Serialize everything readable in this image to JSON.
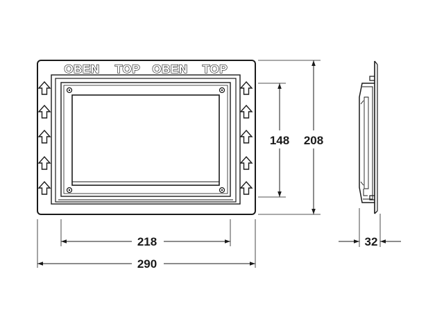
{
  "frame_text": {
    "words": [
      "OBEN",
      "TOP",
      "OBEN",
      "TOP"
    ]
  },
  "dimensions": {
    "opening_width": "218",
    "outer_width": "290",
    "opening_height": "148",
    "outer_height": "208",
    "depth": "32"
  },
  "colors": {
    "line": "#1a1a1a",
    "background": "#ffffff"
  },
  "icons": {
    "side_arrows": "up-arrow-outline"
  }
}
